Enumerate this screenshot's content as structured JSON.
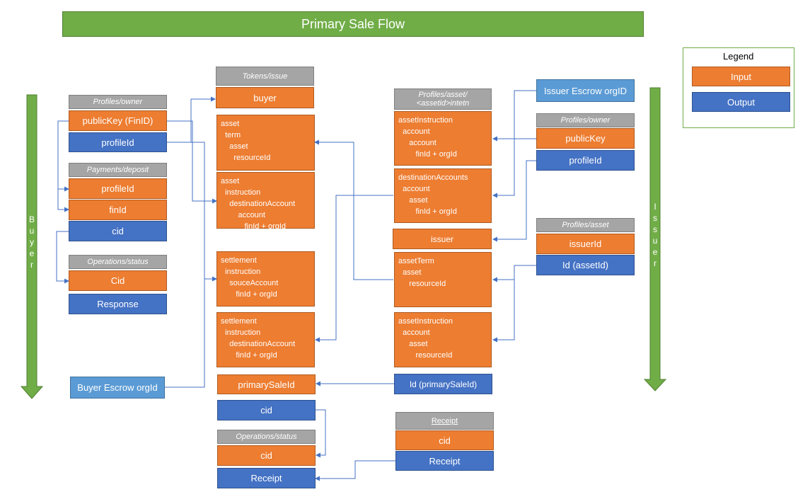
{
  "title": "Primary Sale Flow",
  "legend": {
    "title": "Legend",
    "input_label": "Input",
    "output_label": "Output"
  },
  "lanes": {
    "buyer": {
      "letters": [
        "B",
        "u",
        "y",
        "e",
        "r"
      ]
    },
    "issuer": {
      "letters": [
        "I",
        "s",
        "s",
        "u",
        "e",
        "r"
      ]
    }
  },
  "buyer_side": {
    "profiles_owner": {
      "header": "Profiles/owner",
      "public_key": "publicKey (FinID)",
      "profile_id": "profileId"
    },
    "payments_deposit": {
      "header": "Payments/deposit",
      "profile_id": "profileId",
      "fin_id": "finId",
      "cid": "cid"
    },
    "operations_status": {
      "header": "Operations/status",
      "cid": "Cid",
      "response": "Response"
    },
    "buyer_escrow": "Buyer Escrow orgId"
  },
  "tokens_issue": {
    "header": "Tokens/issue",
    "buyer": "buyer",
    "asset_term": "asset\n  term\n    asset\n      resourceId",
    "asset_instruction": "asset\n  instruction\n    destinationAccount\n        account\n           finId + orgId",
    "settlement_source": "settlement\n  instruction\n    souceAccount\n       finId + orgId",
    "settlement_destination": "settlement\n  instruction\n    destinationAccount\n       finId + orgId",
    "primary_sale_id": "primarySaleId",
    "cid": "cid"
  },
  "operations_status_bottom": {
    "header": "Operations/status",
    "cid": "cid",
    "receipt": "Receipt"
  },
  "profiles_asset_intent": {
    "header_line1": "Profiles/asset/",
    "header_line2": "<assetid>intetn",
    "asset_instruction": "assetInstruction\n  account\n     account\n        finId + orgId",
    "destination_accounts": "destinationAccounts\n  account\n     asset\n        finId + orgId",
    "issuer": "issuer",
    "asset_term": "assetTerm\n  asset\n     resourceId",
    "asset_instruction_2": "assetInstruction\n  account\n     asset\n        resourceId",
    "id_primary_sale": "Id (primarySaleId)"
  },
  "receipt_block": {
    "header": "Receipt",
    "cid": "cid",
    "receipt": "Receipt"
  },
  "issuer_side": {
    "issuer_escrow": "Issuer Escrow orgID",
    "profiles_owner": {
      "header": "Profiles/owner",
      "public_key": "publicKey",
      "profile_id": "profileId"
    },
    "profiles_asset": {
      "header": "Profiles/asset",
      "issuer_id": "issuerId",
      "asset_id": "Id (assetId)"
    }
  },
  "colors": {
    "input": "#ed7d31",
    "output": "#4472c4",
    "header": "#a5a5a5",
    "arrow": "#70ad47",
    "connector": "#4472c4"
  }
}
